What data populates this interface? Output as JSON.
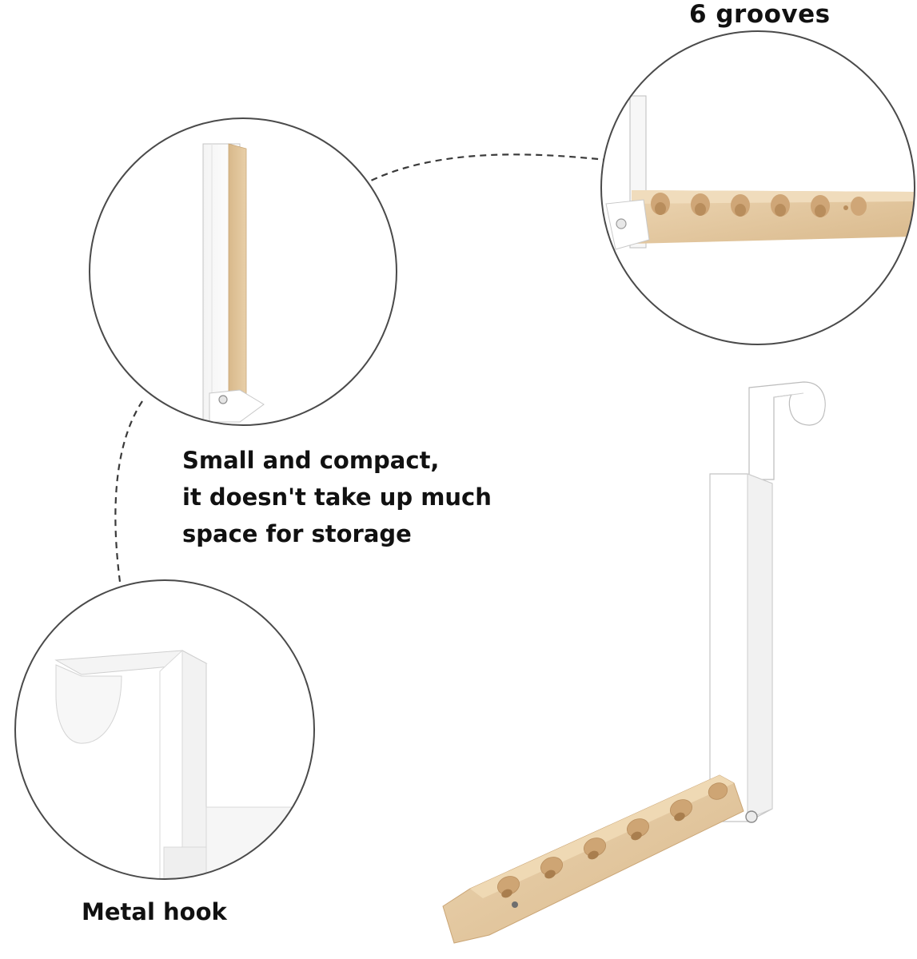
{
  "captions": {
    "grooves": "6 grooves",
    "compact": [
      "Small and compact,",
      "it doesn't take up much",
      "space for storage"
    ],
    "hook": "Metal hook"
  },
  "colors": {
    "background": "#ffffff",
    "wood": "#e2c59c",
    "metal": "#ffffff",
    "outline": "#4a4a4a"
  }
}
